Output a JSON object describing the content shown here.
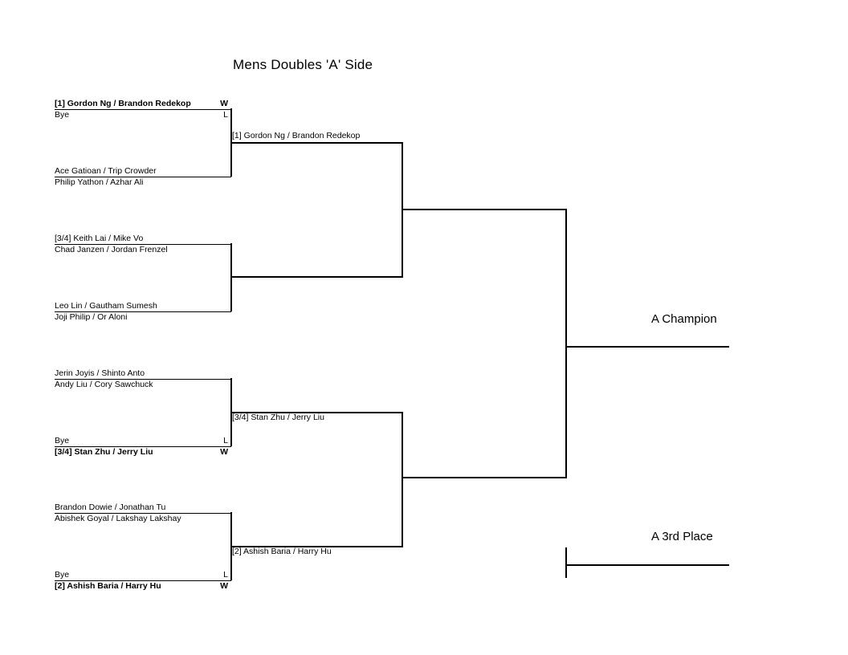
{
  "title": "Mens Doubles 'A' Side",
  "round1": {
    "matches": [
      {
        "slots": [
          {
            "name": "[1] Gordon Ng / Brandon Redekop",
            "result": "W",
            "bold": true
          },
          {
            "name": "Bye",
            "result": "L",
            "bold": false
          },
          {
            "name": "Ace Gatioan / Trip Crowder",
            "result": "",
            "bold": false
          },
          {
            "name": "Philip Yathon / Azhar Ali",
            "result": "",
            "bold": false
          }
        ]
      },
      {
        "slots": [
          {
            "name": "[3/4] Keith Lai / Mike Vo",
            "result": "",
            "bold": false
          },
          {
            "name": "Chad Janzen / Jordan Frenzel",
            "result": "",
            "bold": false
          },
          {
            "name": "Leo Lin / Gautham Sumesh",
            "result": "",
            "bold": false
          },
          {
            "name": "Joji Philip / Or Aloni",
            "result": "",
            "bold": false
          }
        ]
      },
      {
        "slots": [
          {
            "name": "Jerin Joyis / Shinto Anto",
            "result": "",
            "bold": false
          },
          {
            "name": "Andy Liu / Cory Sawchuck",
            "result": "",
            "bold": false
          },
          {
            "name": "Bye",
            "result": "L",
            "bold": false
          },
          {
            "name": "[3/4] Stan Zhu / Jerry Liu",
            "result": "W",
            "bold": true
          }
        ]
      },
      {
        "slots": [
          {
            "name": "Brandon Dowie / Jonathan Tu",
            "result": "",
            "bold": false
          },
          {
            "name": "Abishek Goyal / Lakshay Lakshay",
            "result": "",
            "bold": false
          },
          {
            "name": "Bye",
            "result": "L",
            "bold": false
          },
          {
            "name": "[2] Ashish Baria / Harry Hu",
            "result": "W",
            "bold": true
          }
        ]
      }
    ]
  },
  "round2": {
    "labels": [
      "[1] Gordon Ng / Brandon Redekop",
      "[3/4] Stan Zhu / Jerry Liu",
      "[2] Ashish Baria / Harry Hu"
    ]
  },
  "outcomes": {
    "champion": "A Champion",
    "third_place": "A 3rd Place"
  },
  "colors": {
    "line": "#000000",
    "background": "#ffffff",
    "text": "#000000"
  }
}
